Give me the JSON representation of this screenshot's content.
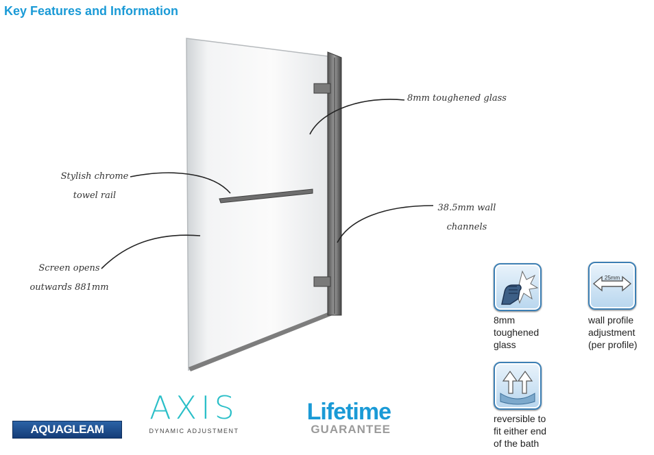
{
  "title": "Key Features and Information",
  "callouts": {
    "glass": "8mm toughened glass",
    "channels_l1": "38.5mm wall",
    "channels_l2": "channels",
    "rail_l1": "Stylish chrome",
    "rail_l2": "towel rail",
    "opens_l1": "Screen opens",
    "opens_l2": "outwards 881mm"
  },
  "features": [
    {
      "icon": "fist-glass-icon",
      "text": "8mm\ntoughened\nglass"
    },
    {
      "icon": "wall-profile-icon",
      "badge": "25mm",
      "text": "wall profile\nadjustment\n(per profile)"
    },
    {
      "icon": "reversible-icon",
      "text": "reversible to\nfit either end\nof the bath"
    }
  ],
  "logos": {
    "aquagleam": "AQUAGLEAM",
    "axis": "AXIS",
    "axis_sub": "DYNAMIC ADJUSTMENT",
    "lifetime": "Lifetime",
    "guarantee": "GUARANTEE"
  },
  "colors": {
    "accent": "#1a9ad6",
    "axis_teal": "#2bbfc8",
    "icon_border": "#3c7fb4"
  }
}
